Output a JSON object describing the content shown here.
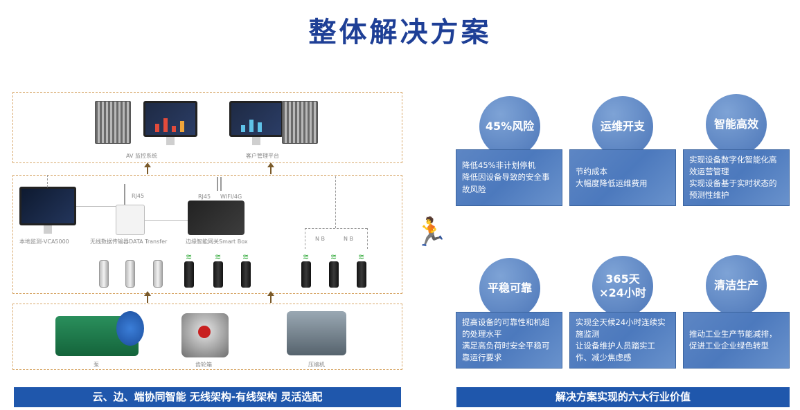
{
  "page": {
    "title": "整体解决方案"
  },
  "diagram": {
    "top_labels": [
      "AV 监控系统",
      "客户管理平台"
    ],
    "mid_labels": {
      "vca": "本地监测-VCA5000",
      "transfer": "无线数据传输器DATA Transfer",
      "smartbox": "边缘智能网关Smart Box",
      "rj45_transfer": "RJ45",
      "rj45_box": "RJ45",
      "wifi_box": "WIFI/4G",
      "nb1": "N B",
      "nb2": "N B"
    },
    "bottom_labels": [
      "泵",
      "齿轮箱",
      "压缩机"
    ]
  },
  "left_banner": "云、边、端协同智能   无线架构-有线架构 灵活选配",
  "right_banner": "解决方案实现的六大行业价值",
  "values": [
    {
      "title": "45%风险",
      "lines": [
        "降低45%非计划停机",
        "降低因设备导致的安全事故风险"
      ]
    },
    {
      "title": "运维开支",
      "lines": [
        "节约成本",
        "大幅度降低运维费用"
      ]
    },
    {
      "title": "智能高效",
      "lines": [
        "实现设备数字化智能化高效运营管理",
        "实现设备基于实时状态的预测性维护"
      ]
    },
    {
      "title": "平稳可靠",
      "lines": [
        "提高设备的可靠性和机组的处理水平",
        "满足高负荷时安全平稳可靠运行要求"
      ]
    },
    {
      "title": "365天\n×24小时",
      "lines": [
        "实现全天候24小时连续实施监测",
        "让设备维护人员踏实工作、减少焦虑感"
      ]
    },
    {
      "title": "清洁生产",
      "lines": [
        "推动工业生产节能减排，促进工业企业绿色转型"
      ]
    }
  ],
  "icons": {
    "runner": "running-person-icon",
    "wifi": "wifi-icon"
  },
  "colors": {
    "title": "#1e3f96",
    "banner": "#1f57ac",
    "card": "#4c79bd",
    "runner": "#1aa4e8"
  }
}
